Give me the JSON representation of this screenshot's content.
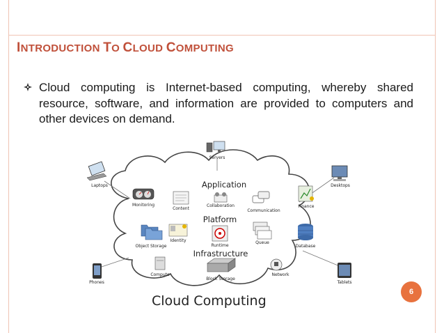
{
  "slide": {
    "title": {
      "c1": "I",
      "r1": "NTRODUCTION ",
      "c2": "T",
      "r2": "O ",
      "c3": "C",
      "r3": "LOUD ",
      "c4": "C",
      "r4": "OMPUTING"
    },
    "bullet": "Cloud computing is Internet-based computing, whereby shared resource, software, and information are provided to computers and other devices on demand.",
    "page_number": "6"
  },
  "diagram": {
    "layers": {
      "application": "Application",
      "platform": "Platform",
      "infrastructure": "Infrastructure"
    },
    "caption": "Cloud Computing",
    "labels": {
      "servers": "Servers",
      "laptops": "Laptops",
      "desktops": "Desktops",
      "monitoring": "Monitoring",
      "content": "Content",
      "collaboration": "Collaboration",
      "communication": "Communication",
      "finance": "Finance",
      "object_storage": "Object Storage",
      "identity": "Identity",
      "runtime": "Runtime",
      "queue": "Queue",
      "database": "Database",
      "compute": "Compute",
      "block_storage": "Block Storage",
      "network": "Network",
      "phones": "Phones",
      "tablets": "Tablets"
    }
  },
  "colors": {
    "title": "#c0503a",
    "accent": "#e8723e",
    "rule": "#f0c4b4"
  }
}
